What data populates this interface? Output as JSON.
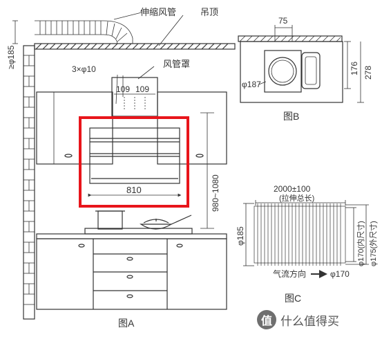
{
  "figure_a": {
    "caption": "图A",
    "labels": {
      "flex_duct": "伸缩风管",
      "ceiling": "吊顶",
      "duct_cover": "风管罩",
      "min_duct_height": "≥φ185",
      "holes": "3×φ10",
      "hole_spacing_left": "109",
      "hole_spacing_right": "109",
      "hood_width": "810",
      "install_height": "980~1080"
    }
  },
  "figure_b": {
    "caption": "图B",
    "labels": {
      "width_top": "75",
      "diameter": "φ187",
      "height_inner": "176",
      "height_outer": "278"
    }
  },
  "figure_c": {
    "caption": "图C",
    "labels": {
      "length": "2000±100",
      "length_note": "(拉伸总长)",
      "dia_left": "φ185",
      "dia_inner": "φ170(内尺寸)",
      "dia_outer": "φ175(外尺寸)",
      "airflow": "气流方向",
      "dia_bottom": "φ170"
    }
  },
  "watermark": {
    "badge": "值",
    "text": "什么值得买"
  },
  "colors": {
    "line": "#333333",
    "highlight": "#e8151b",
    "wall": "#ffffff"
  }
}
